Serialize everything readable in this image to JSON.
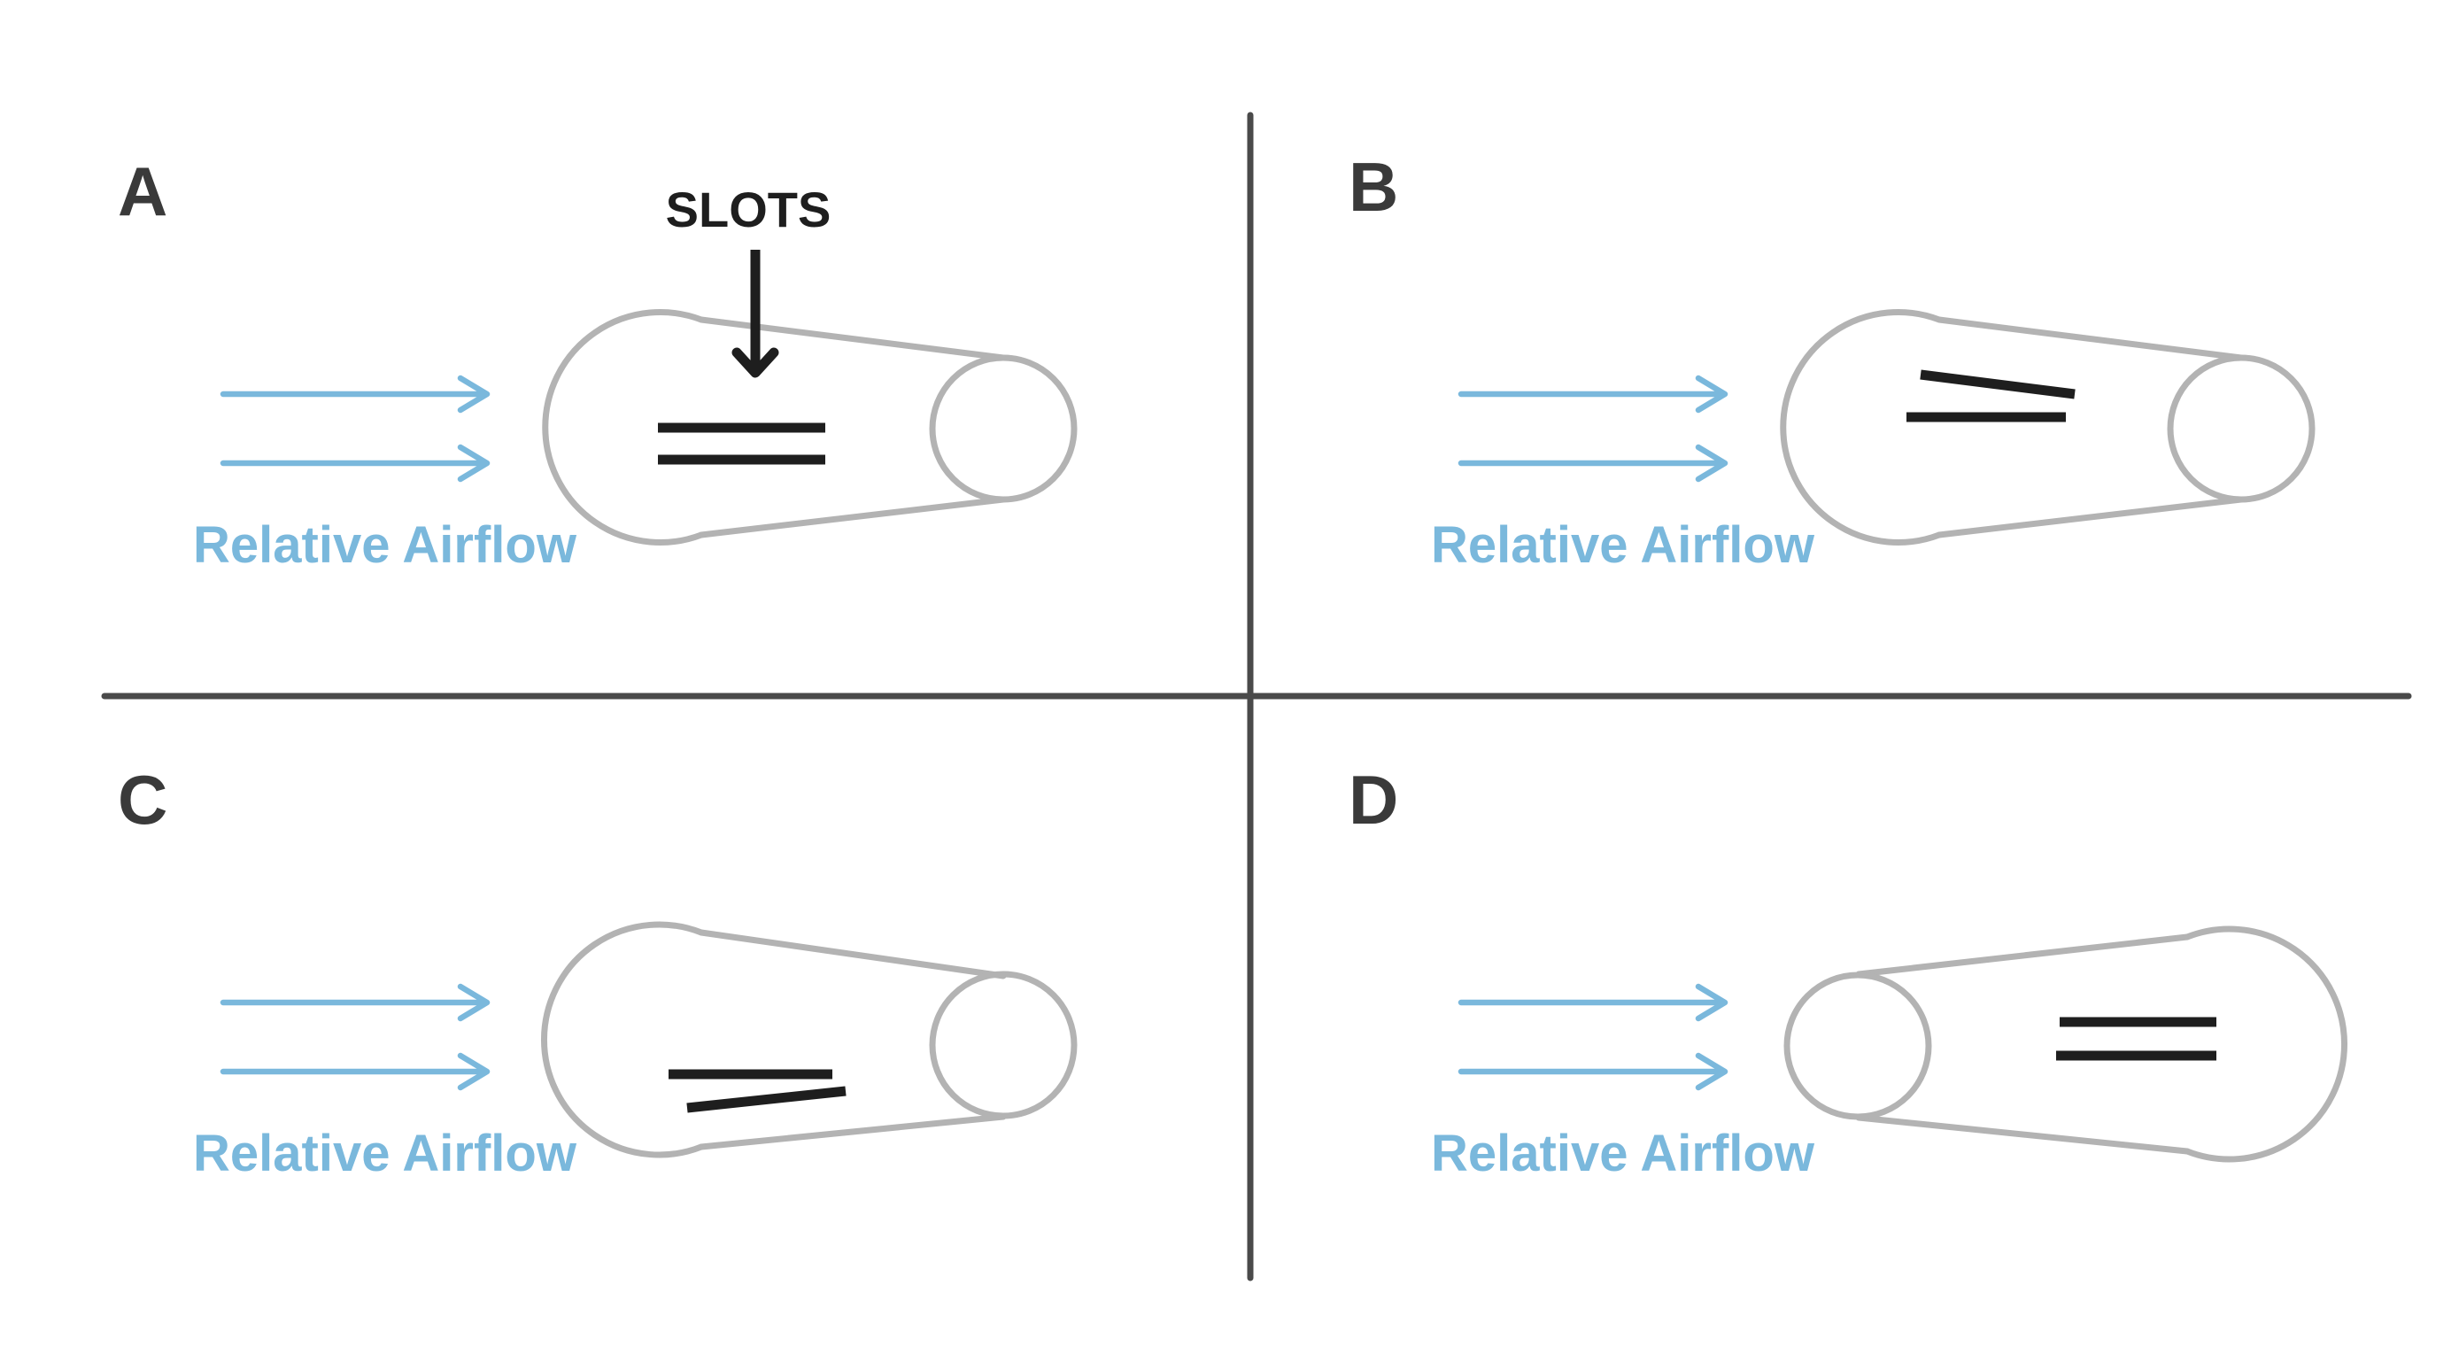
{
  "colors": {
    "divider": "#4a4a4a",
    "outline": "#b3b3b3",
    "airflow": "#7ab8dc",
    "slots": "#1e1e1e",
    "letters": "#3a3a3a",
    "callout": "#1e1e1e"
  },
  "callout": {
    "label": "SLOTS"
  },
  "panels": [
    {
      "letter": "A",
      "airflow_label": "Relative Airflow",
      "large_end": "left",
      "slot_arrangement": "two parallel horizontal slots"
    },
    {
      "letter": "B",
      "airflow_label": "Relative Airflow",
      "large_end": "left",
      "slot_arrangement": "upper slot tilted, lower slot horizontal"
    },
    {
      "letter": "C",
      "airflow_label": "Relative Airflow",
      "large_end": "left",
      "slot_arrangement": "upper slot horizontal, lower slot tilted"
    },
    {
      "letter": "D",
      "airflow_label": "Relative Airflow",
      "large_end": "right",
      "slot_arrangement": "two parallel horizontal slots"
    }
  ]
}
